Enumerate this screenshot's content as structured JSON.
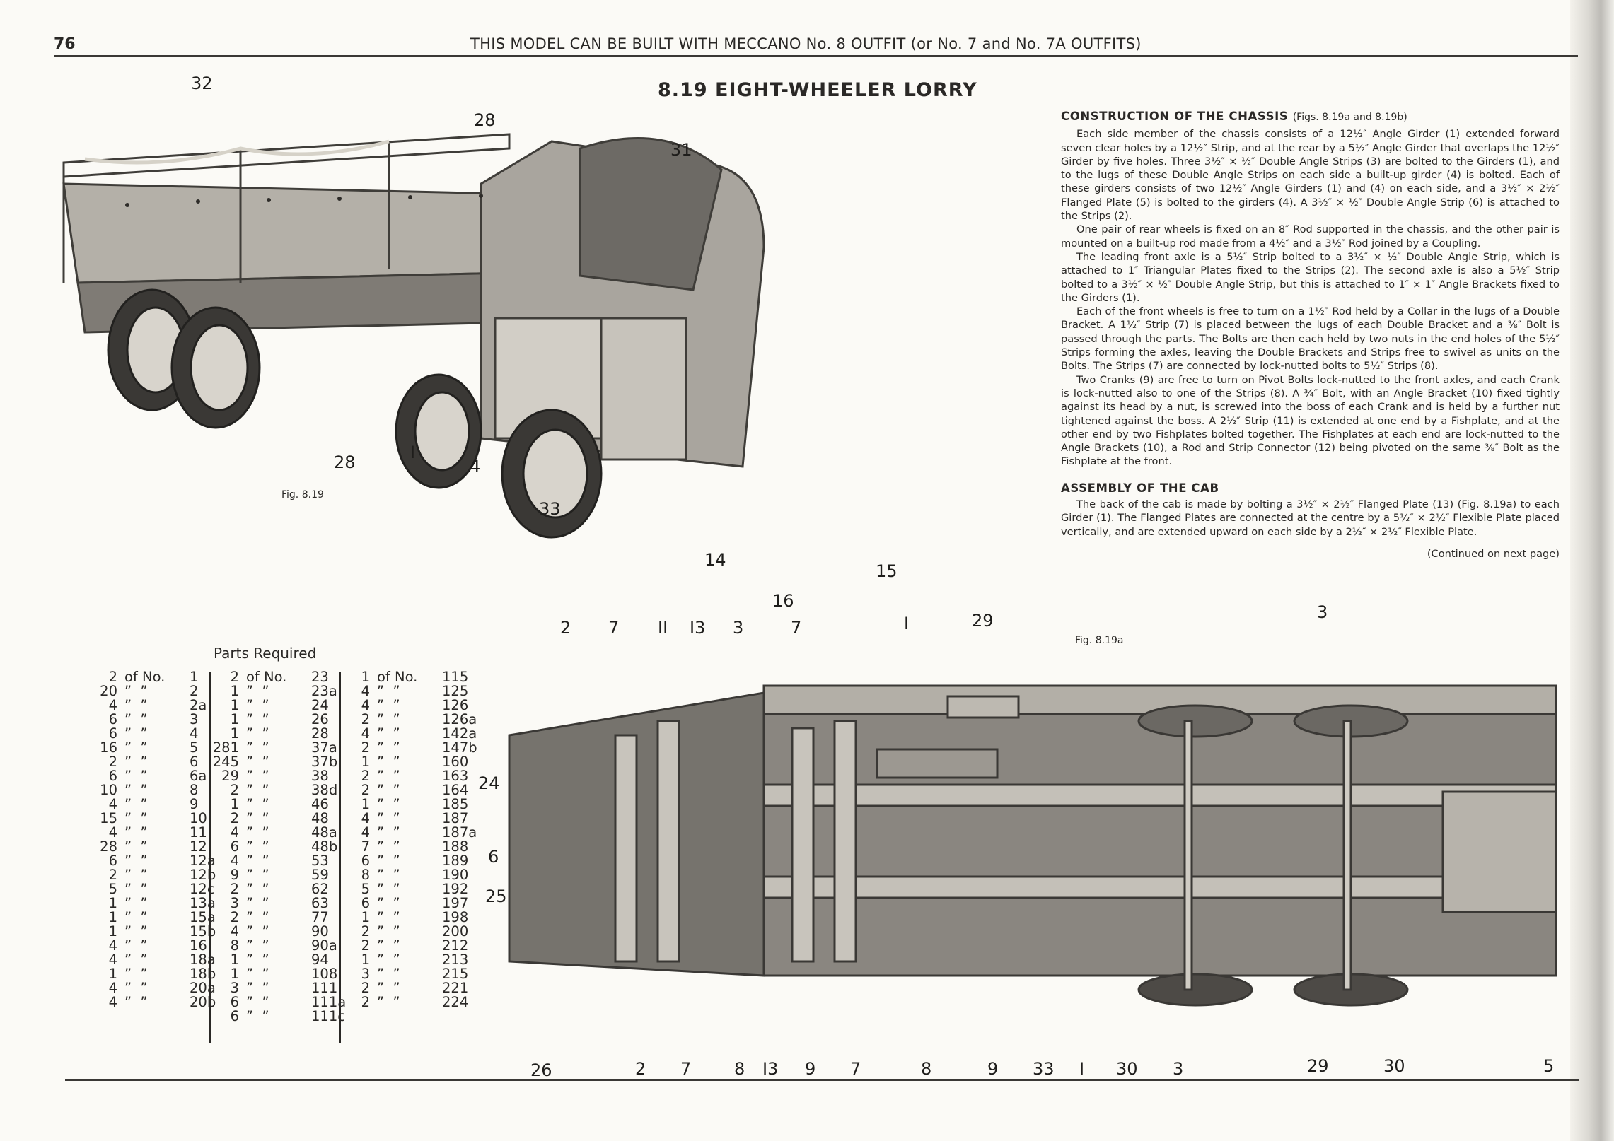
{
  "page_number": "76",
  "running_head": "THIS MODEL CAN BE BUILT WITH MECCANO No. 8 OUTFIT (or No. 7 and No. 7A OUTFITS)",
  "title": "8.19  EIGHT-WHEELER LORRY",
  "sections": [
    {
      "heading": "CONSTRUCTION OF THE CHASSIS",
      "heading_note": "(Figs. 8.19a and 8.19b)",
      "paragraphs": [
        "Each side member of the chassis consists of a 12½″ Angle Girder (1) extended forward seven clear holes by a 12½″ Strip, and at the rear by a 5½″ Angle Girder that overlaps the 12½″ Girder by five holes. Three 3½″ × ½″ Double Angle Strips (3) are bolted to the Girders (1), and to the lugs of these Double Angle Strips on each side a built-up girder (4) is bolted. Each of these girders consists of two 12½″ Angle Girders (1) and (4) on each side, and a 3½″ × 2½″ Flanged Plate (5) is bolted to the girders (4). A 3½″ × ½″ Double Angle Strip (6) is attached to the Strips (2).",
        "One pair of rear wheels is fixed on an 8″ Rod supported in the chassis, and the other pair is mounted on a built-up rod made from a 4½″ and a 3½″ Rod joined by a Coupling.",
        "The leading front axle is a 5½″ Strip bolted to a 3½″ × ½″ Double Angle Strip, which is attached to 1″ Triangular Plates fixed to the Strips (2). The second axle is also a 5½″ Strip bolted to a 3½″ × ½″ Double Angle Strip, but this is attached to 1″ × 1″ Angle Brackets fixed to the Girders (1).",
        "Each of the front wheels is free to turn on a 1½″ Rod held by a Collar in the lugs of a Double Bracket. A 1½″ Strip (7) is placed between the lugs of each Double Bracket and a ⅜″ Bolt is passed through the parts. The Bolts are then each held by two nuts in the end holes of the 5½″ Strips forming the axles, leaving the Double Brackets and Strips free to swivel as units on the Bolts. The Strips (7) are connected by lock-nutted bolts to 5½″ Strips (8).",
        "Two Cranks (9) are free to turn on Pivot Bolts lock-nutted to the front axles, and each Crank is lock-nutted also to one of the Strips (8). A ¾″ Bolt, with an Angle Bracket (10) fixed tightly against its head by a nut, is screwed into the boss of each Crank and is held by a further nut tightened against the boss. A 2½″ Strip (11) is extended at one end by a Fishplate, and at the other end by two Fishplates bolted together. The Fishplates at each end are lock-nutted to the Angle Brackets (10), a Rod and Strip Connector (12) being pivoted on the same ⅜″ Bolt as the Fishplate at the front."
      ]
    },
    {
      "heading": "ASSEMBLY OF THE CAB",
      "heading_note": "",
      "paragraphs": [
        "The back of the cab is made by bolting a 3½″ × 2½″ Flanged Plate (13) (Fig. 8.19a) to each Girder (1). The Flanged Plates are connected at the centre by a 5½″ × 2½″ Flexible Plate placed vertically, and are extended upward on each side by a 2½″ × 2½″ Flexible Plate."
      ]
    }
  ],
  "continued": "(Continued on next page)",
  "figures": {
    "top": {
      "label": "Fig. 8.19",
      "callouts": [
        "32",
        "28",
        "31",
        "28",
        "I",
        "4",
        "33",
        "14",
        "16",
        "15"
      ]
    },
    "bottom": {
      "label": "Fig. 8.19a",
      "callouts": [
        "2",
        "7",
        "II",
        "I3",
        "3",
        "7",
        "I",
        "29",
        "3",
        "24",
        "6",
        "25",
        "26",
        "2",
        "7",
        "8",
        "I3",
        "9",
        "7",
        "8",
        "9",
        "33",
        "I",
        "30",
        "3",
        "29",
        "30",
        "5"
      ]
    }
  },
  "parts": {
    "title": "Parts Required",
    "columns": [
      [
        [
          "2",
          "of No.",
          "1"
        ],
        [
          "20",
          "”  ”",
          "2"
        ],
        [
          "4",
          "”  ”",
          "2a"
        ],
        [
          "6",
          "”  ”",
          "3"
        ],
        [
          "6",
          "”  ”",
          "4"
        ],
        [
          "16",
          "”  ”",
          "5"
        ],
        [
          "2",
          "”  ”",
          "6"
        ],
        [
          "6",
          "”  ”",
          "6a"
        ],
        [
          "10",
          "”  ”",
          "8"
        ],
        [
          "4",
          "”  ”",
          "9"
        ],
        [
          "15",
          "”  ”",
          "10"
        ],
        [
          "4",
          "”  ”",
          "11"
        ],
        [
          "28",
          "”  ”",
          "12"
        ],
        [
          "6",
          "”  ”",
          "12a"
        ],
        [
          "2",
          "”  ”",
          "12b"
        ],
        [
          "5",
          "”  ”",
          "12c"
        ],
        [
          "1",
          "”  ”",
          "13a"
        ],
        [
          "1",
          "”  ”",
          "15a"
        ],
        [
          "1",
          "”  ”",
          "15b"
        ],
        [
          "4",
          "”  ”",
          "16"
        ],
        [
          "4",
          "”  ”",
          "18a"
        ],
        [
          "1",
          "”  ”",
          "18b"
        ],
        [
          "4",
          "”  ”",
          "20a"
        ],
        [
          "4",
          "”  ”",
          "20b"
        ]
      ],
      [
        [
          "2",
          "of No.",
          "23"
        ],
        [
          "1",
          "”  ”",
          "23a"
        ],
        [
          "1",
          "”  ”",
          "24"
        ],
        [
          "1",
          "”  ”",
          "26"
        ],
        [
          "1",
          "”  ”",
          "28"
        ],
        [
          "281",
          "”  ”",
          "37a"
        ],
        [
          "245",
          "”  ”",
          "37b"
        ],
        [
          "29",
          "”  ”",
          "38"
        ],
        [
          "2",
          "”  ”",
          "38d"
        ],
        [
          "1",
          "”  ”",
          "46"
        ],
        [
          "2",
          "”  ”",
          "48"
        ],
        [
          "4",
          "”  ”",
          "48a"
        ],
        [
          "6",
          "”  ”",
          "48b"
        ],
        [
          "4",
          "”  ”",
          "53"
        ],
        [
          "9",
          "”  ”",
          "59"
        ],
        [
          "2",
          "”  ”",
          "62"
        ],
        [
          "3",
          "”  ”",
          "63"
        ],
        [
          "2",
          "”  ”",
          "77"
        ],
        [
          "4",
          "”  ”",
          "90"
        ],
        [
          "8",
          "”  ”",
          "90a"
        ],
        [
          "1",
          "”  ”",
          "94"
        ],
        [
          "1",
          "”  ”",
          "108"
        ],
        [
          "3",
          "”  ”",
          "111"
        ],
        [
          "6",
          "”  ”",
          "111a"
        ],
        [
          "6",
          "”  ”",
          "111c"
        ]
      ],
      [
        [
          "1",
          "of No.",
          "115"
        ],
        [
          "4",
          "”  ”",
          "125"
        ],
        [
          "4",
          "”  ”",
          "126"
        ],
        [
          "2",
          "”  ”",
          "126a"
        ],
        [
          "4",
          "”  ”",
          "142a"
        ],
        [
          "2",
          "”  ”",
          "147b"
        ],
        [
          "1",
          "”  ”",
          "160"
        ],
        [
          "2",
          "”  ”",
          "163"
        ],
        [
          "2",
          "”  ”",
          "164"
        ],
        [
          "1",
          "”  ”",
          "185"
        ],
        [
          "4",
          "”  ”",
          "187"
        ],
        [
          "4",
          "”  ”",
          "187a"
        ],
        [
          "7",
          "”  ”",
          "188"
        ],
        [
          "6",
          "”  ”",
          "189"
        ],
        [
          "8",
          "”  ”",
          "190"
        ],
        [
          "5",
          "”  ”",
          "192"
        ],
        [
          "6",
          "”  ”",
          "197"
        ],
        [
          "1",
          "”  ”",
          "198"
        ],
        [
          "2",
          "”  ”",
          "200"
        ],
        [
          "2",
          "”  ”",
          "212"
        ],
        [
          "1",
          "”  ”",
          "213"
        ],
        [
          "3",
          "”  ”",
          "215"
        ],
        [
          "2",
          "”  ”",
          "221"
        ],
        [
          "2",
          "”  ”",
          "224"
        ]
      ]
    ]
  },
  "colors": {
    "paper": "#fbfaf6",
    "ink": "#2a2826",
    "metal": "#8d8a84",
    "metal_dark": "#4a4844"
  }
}
